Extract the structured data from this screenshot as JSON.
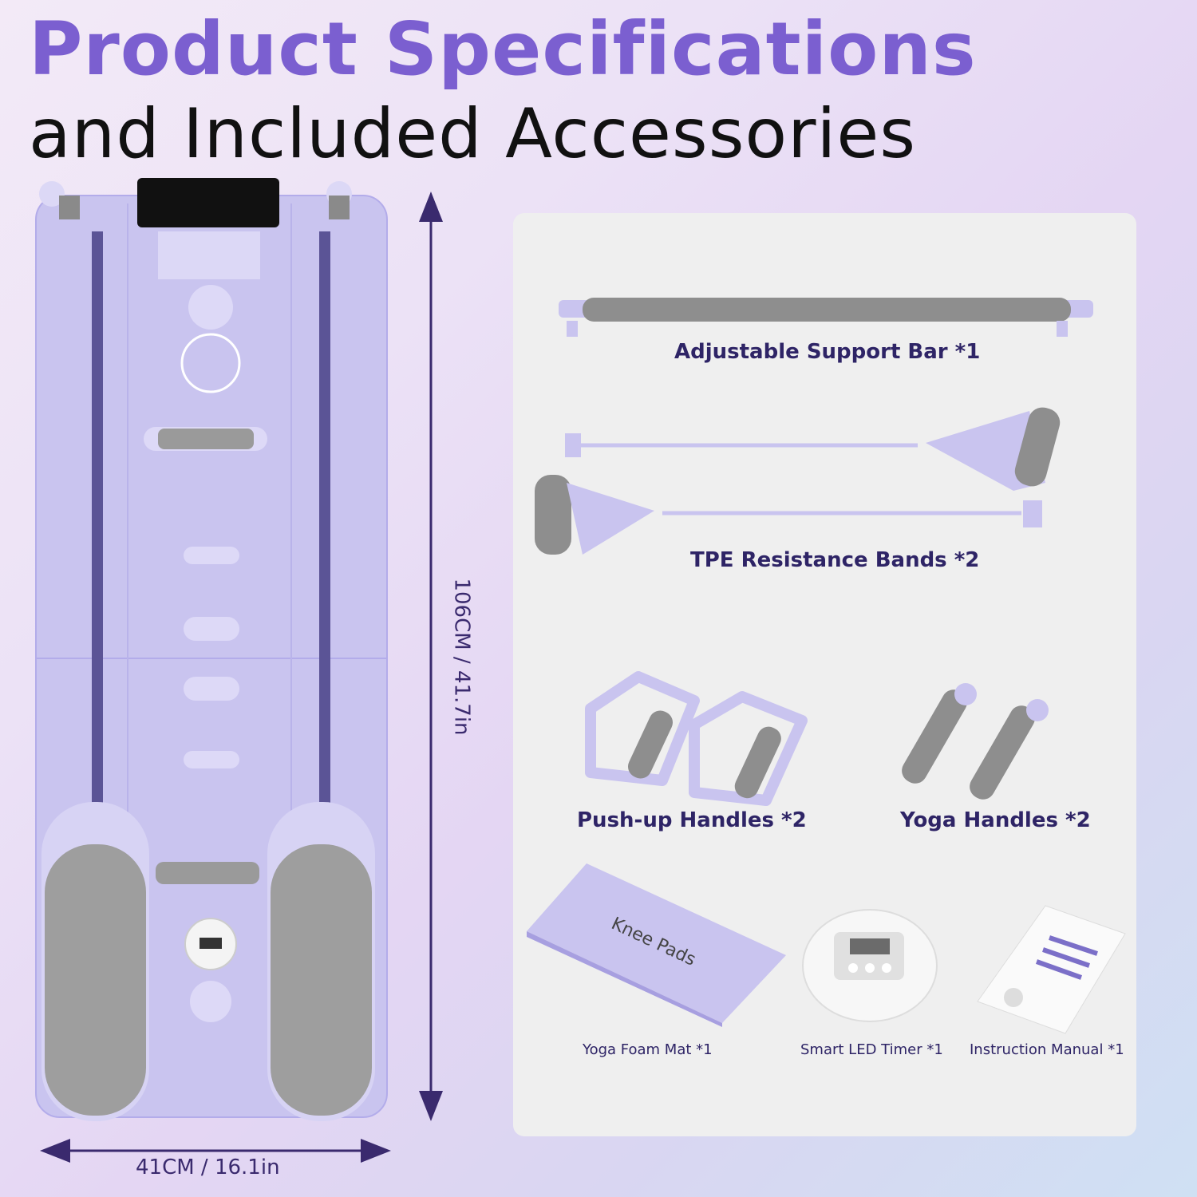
{
  "header": {
    "title_line1": "Product Specifications",
    "title_line2": "and Included Accessories"
  },
  "dimensions": {
    "width_label": "41CM / 16.1in",
    "height_label": "106CM / 41.7in"
  },
  "accessories": [
    {
      "label": "Adjustable Support Bar *1"
    },
    {
      "label": "TPE Resistance Bands *2"
    },
    {
      "label": "Push-up Handles *2"
    },
    {
      "label": "Yoga Handles *2"
    },
    {
      "label": "Yoga Foam Mat *1"
    },
    {
      "label": "Smart LED Timer *1"
    },
    {
      "label": "Instruction Manual *1"
    }
  ],
  "knee_pad_text": "Knee Pads",
  "colors": {
    "accent": "#7b5fd0",
    "board": "#c9c4ef",
    "grey": "#9a9a9a",
    "dark_text": "#2e2466"
  }
}
